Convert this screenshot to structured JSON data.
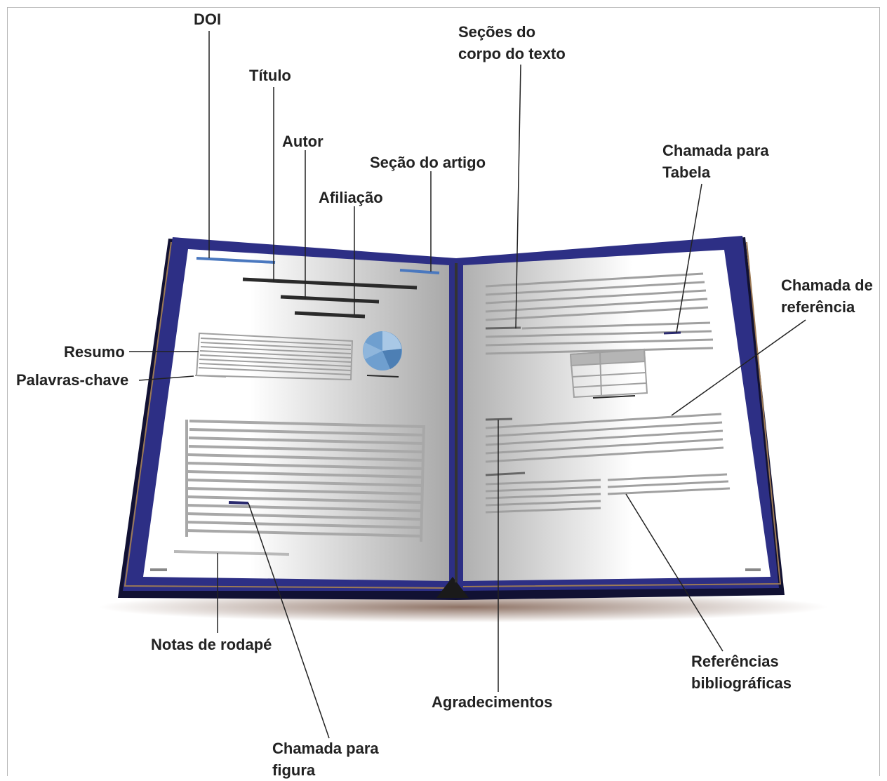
{
  "colors": {
    "cover": "#2d2f85",
    "cover_dark": "#161650",
    "cover_edge": "#9c7a55",
    "page_light": "#ffffff",
    "page_shade": "#a8a8a8",
    "blue_accent": "#4a78bf",
    "navy_mark": "#2a2a6e",
    "gray_line": "#9a9a9a",
    "dark_line": "#2a2a2a",
    "pie": "#6f9fcf",
    "shadow": "#7a5a4a"
  },
  "labels": {
    "doi": "DOI",
    "titulo": "Título",
    "autor": "Autor",
    "afiliacao": "Afiliação",
    "secao_artigo": "Seção do artigo",
    "secoes_corpo": "Seções do\ncorpo do texto",
    "chamada_tabela": "Chamada para\nTabela",
    "chamada_referencia": "Chamada de\nreferência",
    "resumo": "Resumo",
    "palavras_chave": "Palavras-chave",
    "notas_rodape": "Notas de rodapé",
    "chamada_figura": "Chamada para\nfigura",
    "agradecimentos": "Agradecimentos",
    "referencias": "Referências\nbibliográficas"
  }
}
